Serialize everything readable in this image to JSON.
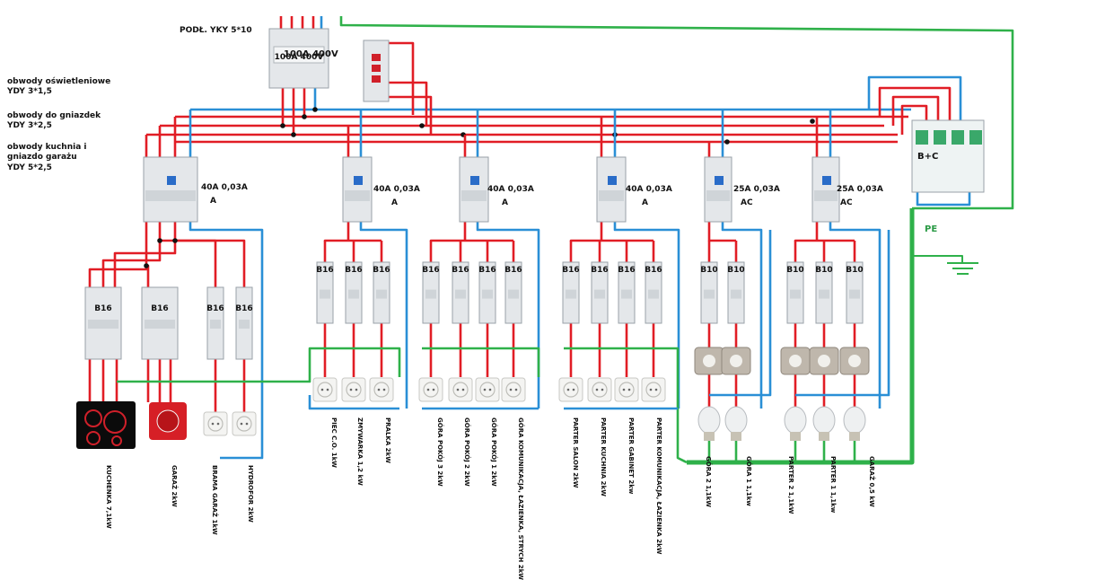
{
  "supply": {
    "cable_label": "PODŁ. YKY 5*10",
    "main_switch": "100A 400V"
  },
  "legend": {
    "lighting": [
      "obwody oświetleniowe",
      "YDY 3*1,5"
    ],
    "sockets": [
      "obwody do gniazdek",
      "YDY 3*2,5"
    ],
    "kitchen": [
      "obwody kuchnia i",
      "gniazdo garażu",
      "YDY 5*2,5"
    ]
  },
  "rcds": [
    {
      "rating": "40A 0,03A",
      "type": "A"
    },
    {
      "rating": "40A 0,03A",
      "type": "A"
    },
    {
      "rating": "40A 0,03A",
      "type": "A"
    },
    {
      "rating": "40A 0,03A",
      "type": "A"
    },
    {
      "rating": "25A 0,03A",
      "type": "AC"
    },
    {
      "rating": "25A 0,03A",
      "type": "AC"
    }
  ],
  "spd": {
    "label": "B+C"
  },
  "pe": {
    "label": "PE"
  },
  "breakers": {
    "group1": [
      "B16",
      "B16",
      "B16",
      "B16"
    ],
    "group2": [
      "B16",
      "B16",
      "B16"
    ],
    "group3": [
      "B16",
      "B16",
      "B16",
      "B16"
    ],
    "group4": [
      "B16",
      "B16",
      "B16",
      "B16"
    ],
    "group5": [
      "B10",
      "B10"
    ],
    "group6": [
      "B10",
      "B10",
      "B10"
    ]
  },
  "circuits": {
    "group1": [
      "KUCHENKA 7,1kW",
      "GARAŻ 2kW",
      "BRAMA GARAŻ 1kW",
      "HYDROFOR 2kW"
    ],
    "group2": [
      "PIEC C.O. 1kW",
      "ZMYWARKA 1,2 kW",
      "PRALKA 2kW"
    ],
    "group3": [
      "GÓRA POKÓJ 3 2kW",
      "GÓRA POKÓJ 2 2kW",
      "GÓRA POKÓJ 1 2kW",
      "GÓRA KOMUNIKACJA, ŁAZIENKA, STRYCH 2kW"
    ],
    "group4": [
      "PARTER SALON 2kW",
      "PARTER KUCHNIA 2kW",
      "PARTER GABINET 2kw",
      "PARTER KOMUNIKACJA, ŁAZIENKA 2kW"
    ],
    "group5": [
      "GÓRA 2 1,1kW",
      "GÓRA 1 1,1kw"
    ],
    "group6": [
      "PARTER 2 1,1kW",
      "PARTER 1 1,1kw",
      "GARAŻ 0,5 kW"
    ]
  },
  "colors": {
    "phase": "#e11d25",
    "neutral": "#2a8fd6",
    "pe": "#2fb14a",
    "bus": "#111111",
    "device": "#e4e7ea"
  }
}
